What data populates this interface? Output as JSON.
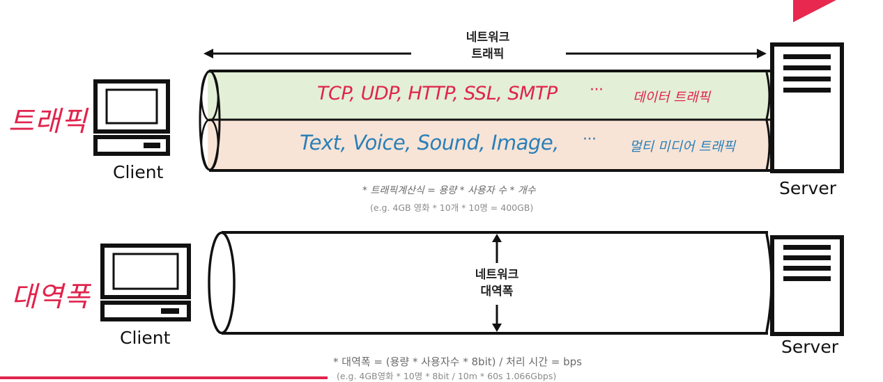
{
  "traffic_section": {
    "title": "트래픽",
    "network_label_line1": "네트워크",
    "network_label_line2": "트래픽",
    "data_layer": {
      "protocols": "TCP, UDP, HTTP, SSL, SMTP",
      "ellipsis": "···",
      "tag": "데이터 트래픽"
    },
    "media_layer": {
      "types": "Text, Voice, Sound, Image,",
      "ellipsis": "···",
      "tag": "멀티 미디어 트래픽"
    },
    "client_label": "Client",
    "server_label": "Server",
    "formula": "* 트래픽계산식 = 용량 * 사용자 수 * 개수",
    "example": "(e.g. 4GB 영화 * 10개 * 10명 = 400GB)"
  },
  "bandwidth_section": {
    "title": "대역폭",
    "network_label_line1": "네트워크",
    "network_label_line2": "대역폭",
    "client_label": "Client",
    "server_label": "Server",
    "formula": "* 대역폭 = (용량 * 사용자수 * 8bit) / 처리 시간 = bps",
    "example": "(e.g. 4GB영화 * 10명 * 8bit / 10m * 60s 1.066Gbps)"
  },
  "colors": {
    "accent": "#e0244c",
    "media_text": "#2a7fb8",
    "data_band": "#e3efd6",
    "media_band": "#f8e4d6"
  },
  "icons": [
    "computer-icon",
    "server-icon",
    "arrow-left-icon",
    "arrow-right-icon",
    "arrow-up-icon",
    "arrow-down-icon",
    "corner-triangle-icon"
  ]
}
